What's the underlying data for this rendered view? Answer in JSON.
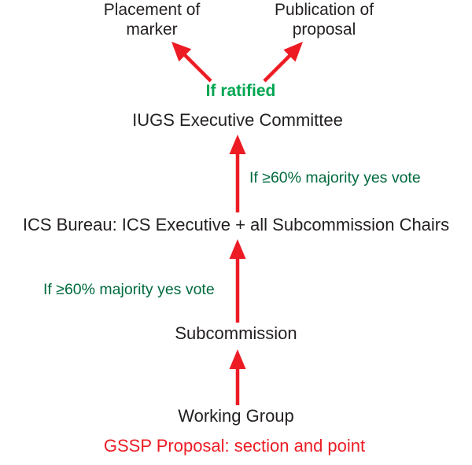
{
  "diagram": {
    "type": "flowchart",
    "background": "#FFFFFF",
    "colors": {
      "node_text": "#231F20",
      "arrow_red": "#ED1C24",
      "condition_green": "#006A3D",
      "ratified_green": "#00A651",
      "proposal_red": "#ED1C24"
    },
    "nodes": {
      "placement_of_marker": "Placement of\nmarker",
      "publication_of_proposal": "Publication of\nproposal",
      "iugs_executive_committee": "IUGS Executive Committee",
      "ics_bureau": "ICS Bureau: ICS Executive + all Subcommission Chairs",
      "subcommission": "Subcommission",
      "working_group": "Working Group",
      "gssp_proposal": "GSSP Proposal: section and point"
    },
    "labels": {
      "if_ratified": "If ratified",
      "if_majority_upper": "If ≥60% majority yes vote",
      "if_majority_lower": "If ≥60% majority yes vote"
    },
    "arrows": [
      {
        "from": "working_group",
        "to": "subcommission",
        "condition": ""
      },
      {
        "from": "subcommission",
        "to": "ics_bureau",
        "condition": "If ≥60% majority yes vote"
      },
      {
        "from": "ics_bureau",
        "to": "iugs_executive_committee",
        "condition": "If ≥60% majority yes vote"
      },
      {
        "from": "iugs_executive_committee",
        "to": "placement_of_marker",
        "condition": "If ratified"
      },
      {
        "from": "iugs_executive_committee",
        "to": "publication_of_proposal",
        "condition": "If ratified"
      }
    ]
  }
}
